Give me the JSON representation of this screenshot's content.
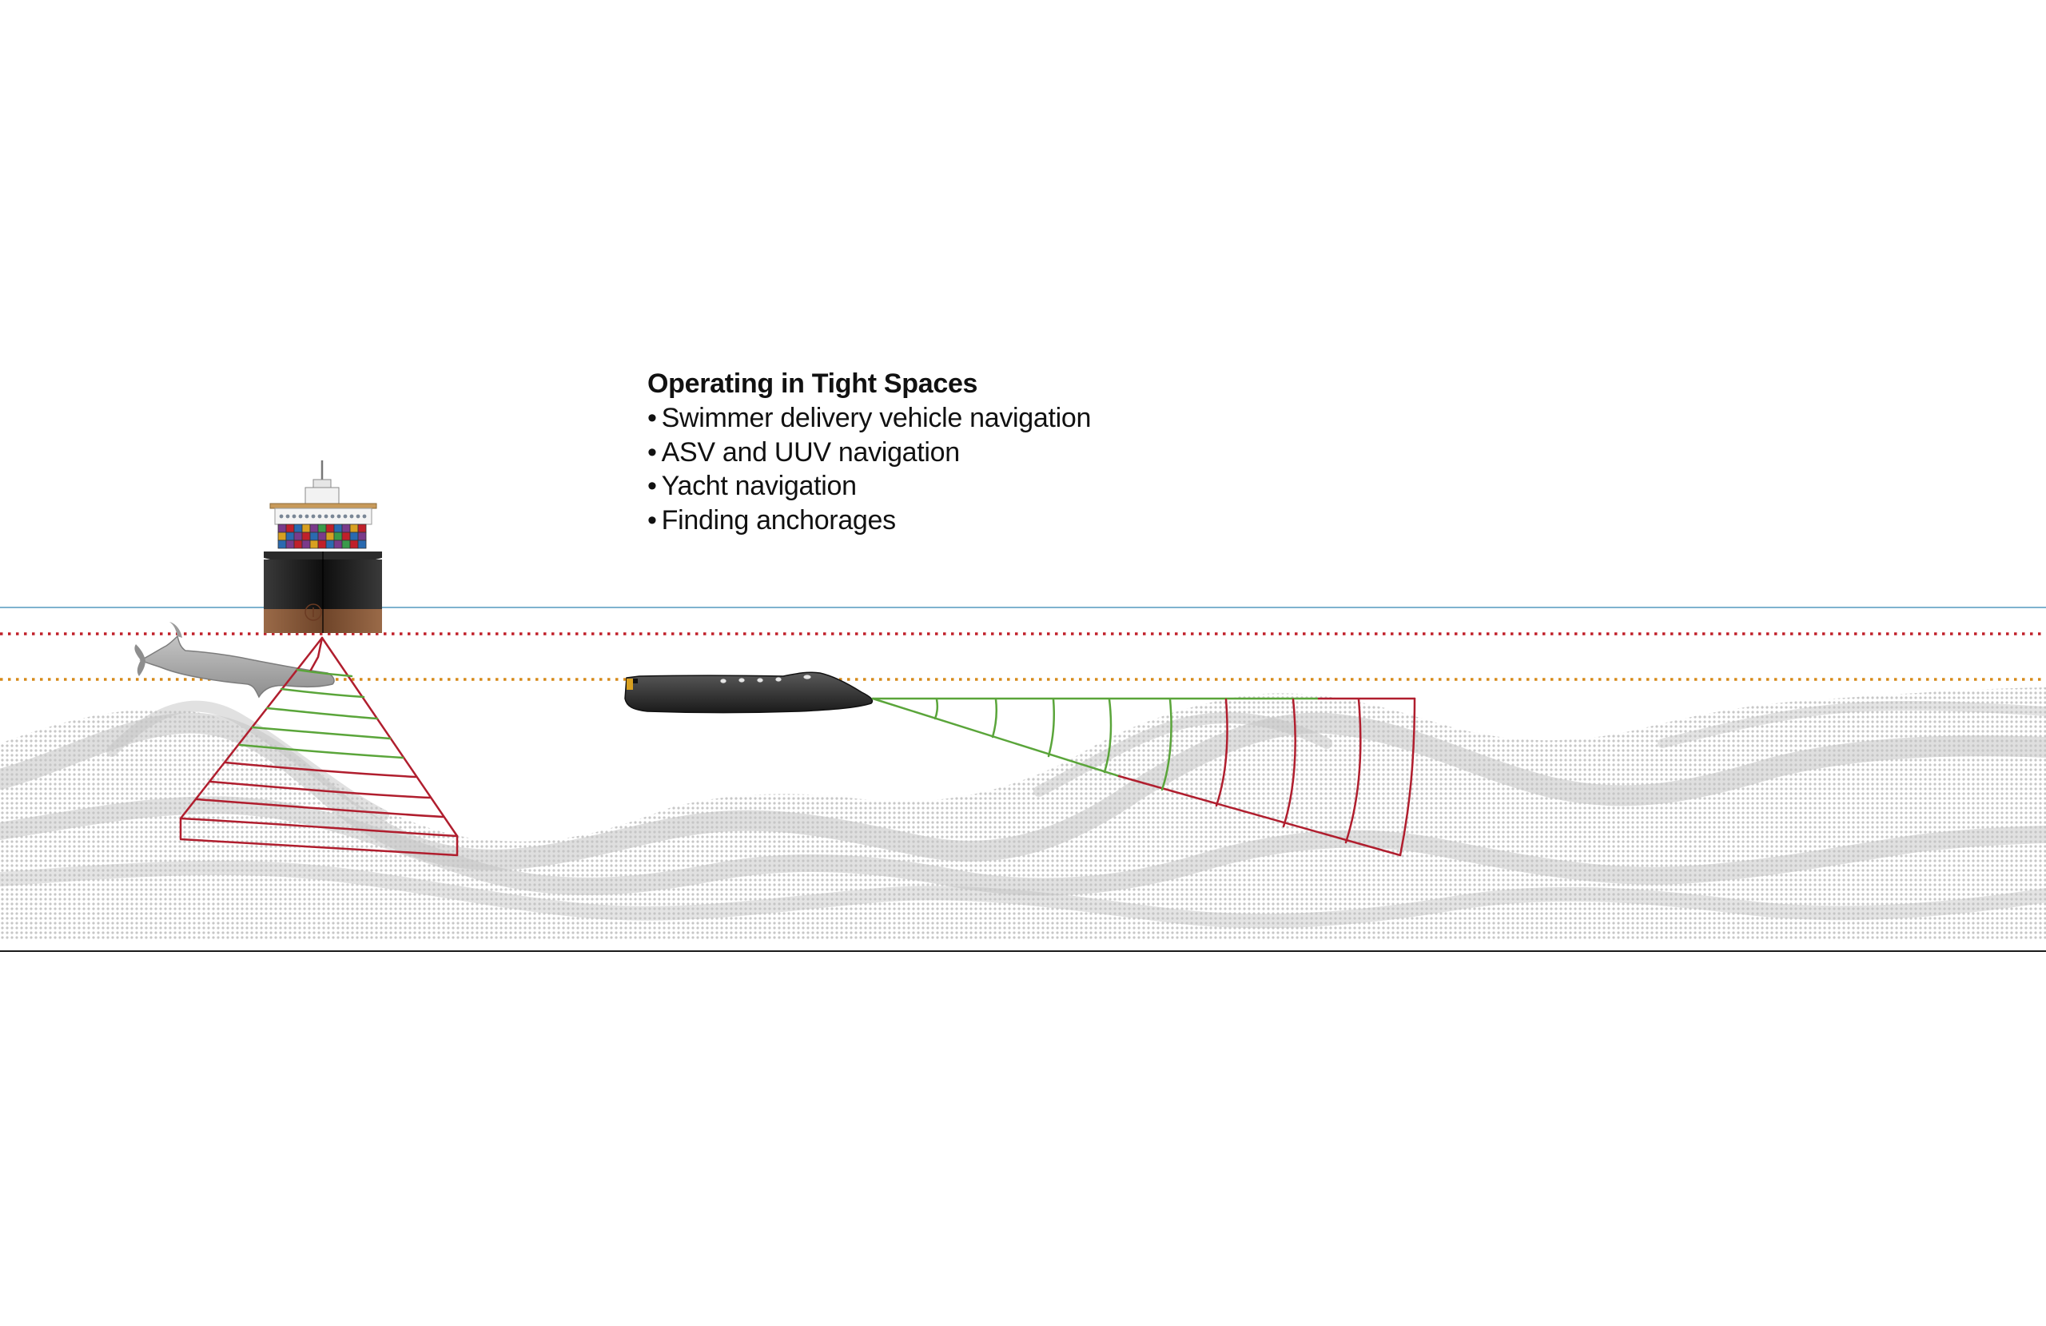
{
  "caption": {
    "title": "Operating in Tight Spaces",
    "items": [
      "Swimmer delivery vehicle navigation",
      "ASV and UUV navigation",
      "Yacht navigation",
      "Finding anchorages"
    ]
  },
  "colors": {
    "surface_line": "#7fb3cf",
    "draft_line": "#c0202a",
    "depth_line": "#d68a1a",
    "beam_near": "#5aa53a",
    "beam_far": "#b01e2e",
    "seabed": "#bdbdbd",
    "ship_hull": "#1e1e1e",
    "ship_bottom": "#8a5a3a",
    "vessel": "#3a3a3a",
    "whale": "#a8a8a8"
  },
  "icons": [
    "cargo-ship-icon",
    "whale-icon",
    "swimmer-delivery-vehicle-icon"
  ]
}
